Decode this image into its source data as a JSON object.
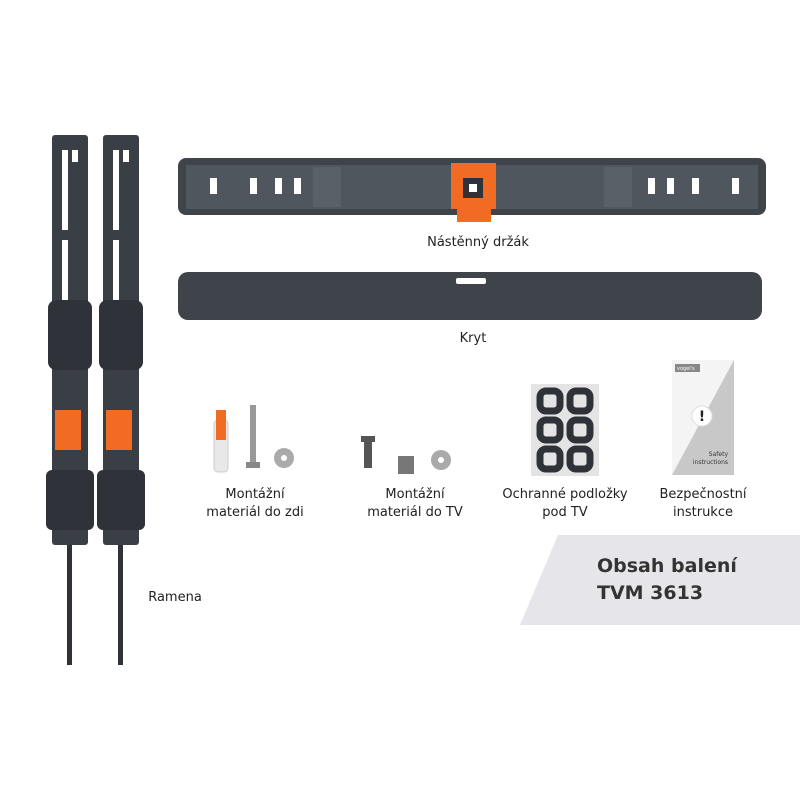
{
  "labels": {
    "wall_bracket": "Nástěnný držák",
    "cover": "Kryt",
    "arms": "Ramena",
    "wall_hardware": [
      "Montážní",
      "materiál do zdi"
    ],
    "tv_hardware": [
      "Montážní",
      "materiál do TV"
    ],
    "pads": [
      "Ochranné podložky",
      "pod TV"
    ],
    "safety": [
      "Bezpečnostní",
      "instrukce"
    ]
  },
  "booklet": {
    "brand": "vogel's",
    "text": [
      "Safety",
      "instructions"
    ]
  },
  "heading": {
    "line1": "Obsah balení",
    "line2": "TVM 3613"
  },
  "colors": {
    "metal": "#3f444b",
    "accent": "#f26b22",
    "panel": "#e6e6ea"
  }
}
